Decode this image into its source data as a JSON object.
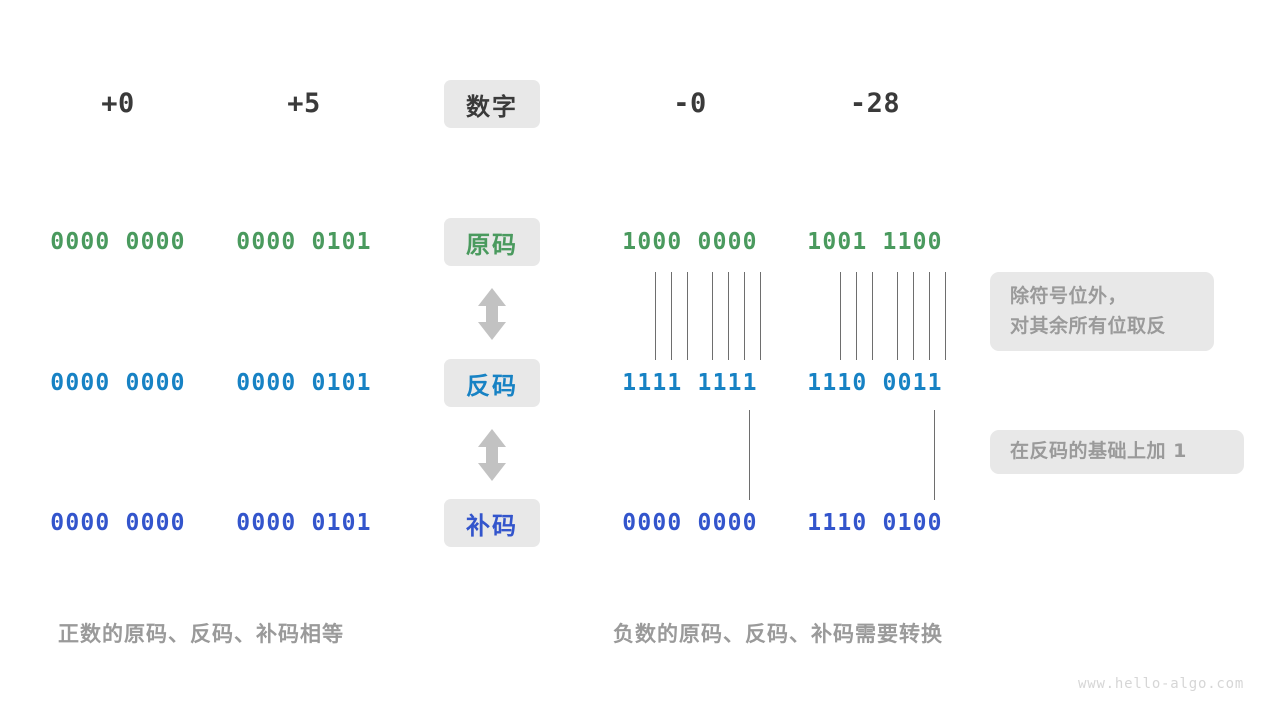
{
  "watermark": "www.hello-algo.com",
  "colors": {
    "sign_magnitude": "#4a9a5e",
    "ones_complement": "#1782c4",
    "twos_complement": "#3355cc",
    "badge_bg": "#e8e8e8",
    "note_text": "#9a9a9a",
    "header_text": "#3a3a3a",
    "line": "#6e6e6e"
  },
  "columns": {
    "header_label": "数字",
    "numbers": [
      "+0",
      "+5",
      "-0",
      "-28"
    ]
  },
  "rows": [
    {
      "key": "sign_magnitude",
      "label": "原码",
      "color_class": "c-green",
      "values": [
        "0000 0000",
        "0000 0101",
        "1000 0000",
        "1001 1100"
      ]
    },
    {
      "key": "ones_complement",
      "label": "反码",
      "color_class": "c-blue",
      "values": [
        "0000 0000",
        "0000 0101",
        "1111 1111",
        "1110 0011"
      ]
    },
    {
      "key": "twos_complement",
      "label": "补码",
      "color_class": "c-indigo",
      "values": [
        "0000 0000",
        "0000 0101",
        "0000 0000",
        "1110 0100"
      ]
    }
  ],
  "notes": [
    {
      "key": "invert-note",
      "lines": [
        "除符号位外，",
        "对其余所有位取反"
      ]
    },
    {
      "key": "add-one-note",
      "lines": [
        "在反码的基础上加 1"
      ]
    }
  ],
  "captions": {
    "left": "正数的原码、反码、补码相等",
    "right": "负数的原码、反码、补码需要转换"
  },
  "icons": {
    "arrow_top": "double-headed-vertical-arrow-icon",
    "arrow_bottom": "double-headed-vertical-arrow-icon"
  }
}
